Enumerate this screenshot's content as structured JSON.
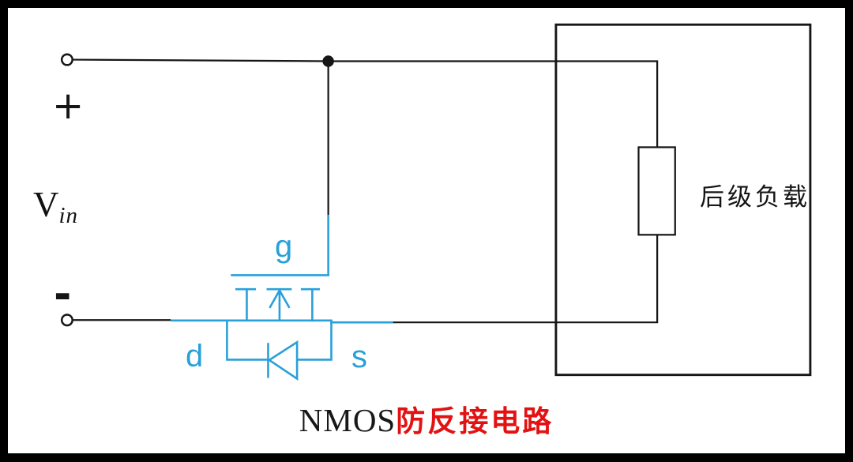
{
  "colors": {
    "accent_cyan": "#2aa0d8",
    "caption_red": "#e31212",
    "wire_black": "#161616",
    "load_box_fill": "#dcdcdc"
  },
  "source": {
    "plus_label": "+",
    "minus_label": "-",
    "voltage_symbol": "V",
    "voltage_subscript": "in"
  },
  "mosfet": {
    "gate_label": "g",
    "drain_label": "d",
    "source_label": "s"
  },
  "load": {
    "label": "后级负载"
  },
  "caption": {
    "prefix": "NMOS",
    "suffix": "防反接电路"
  }
}
